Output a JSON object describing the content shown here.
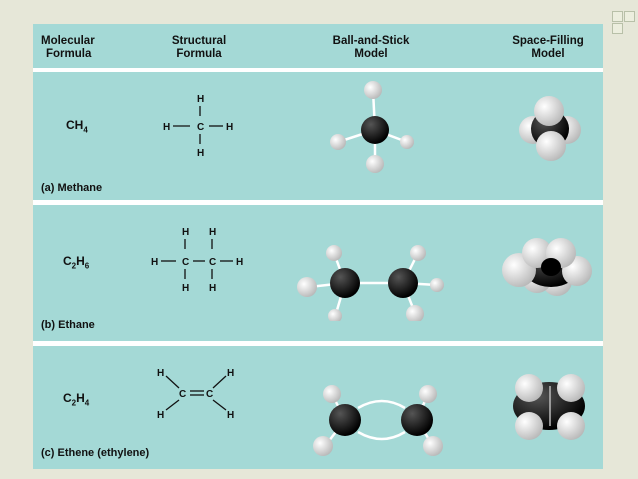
{
  "headers": {
    "molecular_formula": [
      "Molecular",
      "Formula"
    ],
    "structural_formula": [
      "Structural",
      "Formula"
    ],
    "ball_and_stick": [
      "Ball-and-Stick",
      "Model"
    ],
    "space_filling": [
      "Space-Filling",
      "Model"
    ]
  },
  "rows": [
    {
      "formula_base": "CH",
      "formula_sub": "4",
      "label": "(a) Methane"
    },
    {
      "formula_base": "C",
      "formula_sub": "2",
      "formula_mid": "H",
      "formula_sub2": "6",
      "label": "(b) Ethane"
    },
    {
      "formula_base": "C",
      "formula_sub": "2",
      "formula_mid": "H",
      "formula_sub2": "4",
      "label": "(c) Ethene (ethylene)"
    }
  ],
  "atoms": {
    "carbon": "C",
    "hydrogen": "H"
  },
  "colors": {
    "panel": "#a4d9d6",
    "carbon": "#111111",
    "hydrogen": "#dcdcdc",
    "bond": "#ffffff",
    "background": "#e6e7d8"
  }
}
